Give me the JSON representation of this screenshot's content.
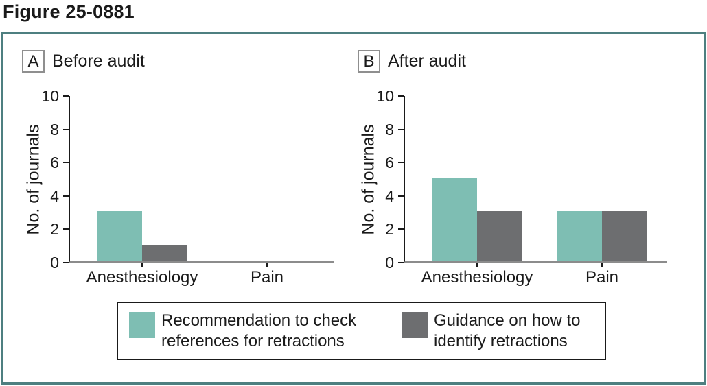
{
  "figure": {
    "title": "Figure 25-0881"
  },
  "panels": [
    {
      "letter": "A",
      "title": "Before audit"
    },
    {
      "letter": "B",
      "title": "After audit"
    }
  ],
  "chart_data": [
    {
      "type": "bar",
      "panel": "A",
      "title": "Before audit",
      "categories": [
        "Anesthesiology",
        "Pain"
      ],
      "series": [
        {
          "name": "Recommendation to check references for retractions",
          "color": "#7ebeb3",
          "values": [
            3,
            0
          ]
        },
        {
          "name": "Guidance on how to identify retractions",
          "color": "#6d6e70",
          "values": [
            1,
            0
          ]
        }
      ],
      "xlabel": "",
      "ylabel": "No. of journals",
      "ylim": [
        0,
        10
      ],
      "yticks": [
        0,
        2,
        4,
        6,
        8,
        10
      ],
      "grid": false,
      "legend_position": "bottom-shared"
    },
    {
      "type": "bar",
      "panel": "B",
      "title": "After audit",
      "categories": [
        "Anesthesiology",
        "Pain"
      ],
      "series": [
        {
          "name": "Recommendation to check references for retractions",
          "color": "#7ebeb3",
          "values": [
            5,
            3
          ]
        },
        {
          "name": "Guidance on how to identify retractions",
          "color": "#6d6e70",
          "values": [
            3,
            3
          ]
        }
      ],
      "xlabel": "",
      "ylabel": "No. of journals",
      "ylim": [
        0,
        10
      ],
      "yticks": [
        0,
        2,
        4,
        6,
        8,
        10
      ],
      "grid": false,
      "legend_position": "bottom-shared"
    }
  ],
  "legend": {
    "items": [
      {
        "label": "Recommendation to check\nreferences for retractions",
        "color": "#7ebeb3"
      },
      {
        "label": "Guidance on how to\nidentify retractions",
        "color": "#6d6e70"
      }
    ]
  },
  "colors": {
    "bar_teal": "#7ebeb3",
    "bar_gray": "#6d6e70",
    "frame_teal": "#4e7f80",
    "axis_black": "#1a1a1a",
    "baseline_gray": "#8c8c8c"
  }
}
